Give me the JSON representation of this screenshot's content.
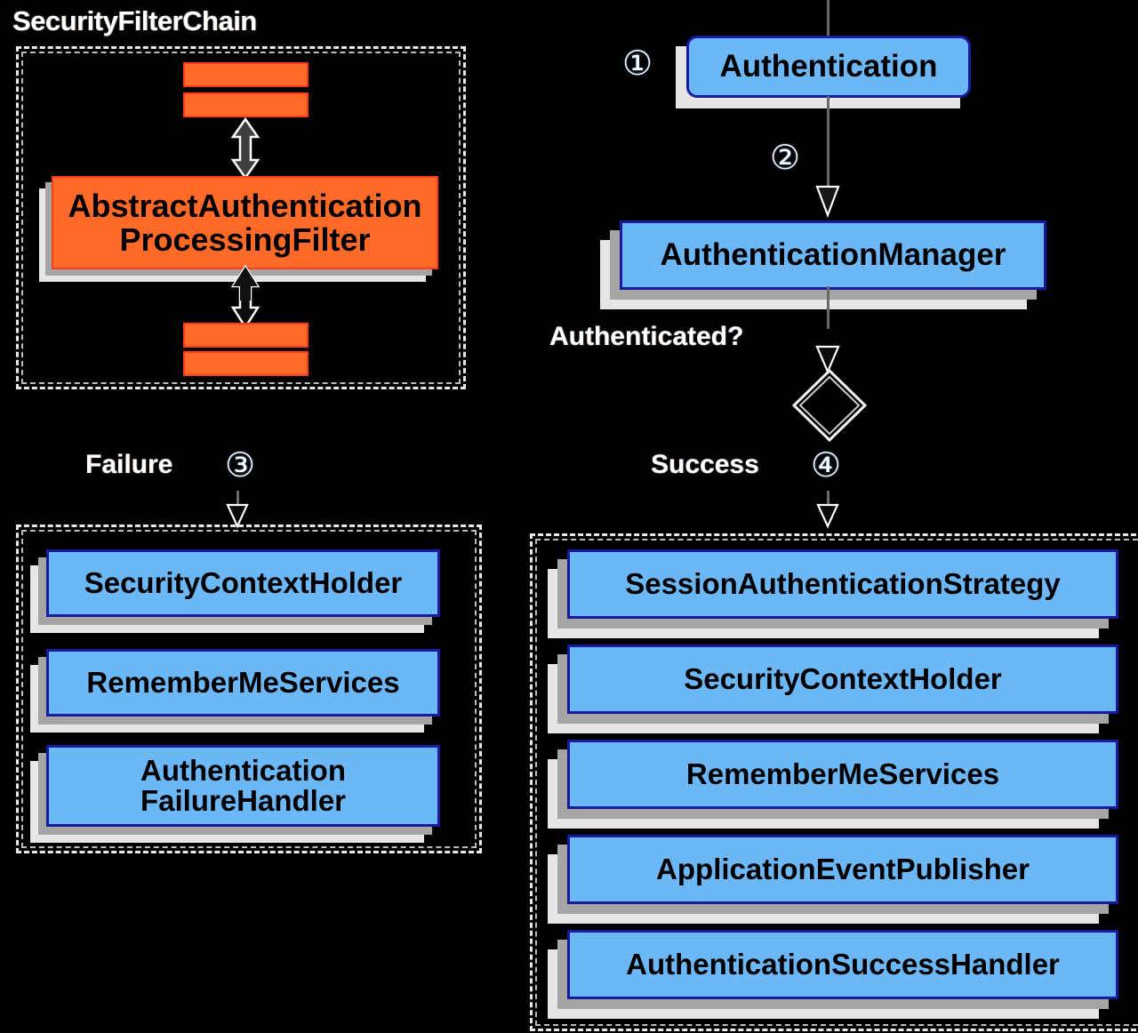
{
  "diagram": {
    "title": "Spring Security AbstractAuthenticationProcessingFilter flow",
    "background_color": "#000000",
    "colors": {
      "blue_fill": "#6cb8f6",
      "blue_border": "#1a1a9e",
      "orange_fill": "#ff6a28",
      "orange_border": "#ff3b18",
      "shadow_dark": "#a5a5a5",
      "shadow_light": "#e6e6e6",
      "label_text": "#ffffff"
    }
  },
  "filter_chain": {
    "caption": "SecurityFilterChain",
    "filter_strip_top_1": "",
    "filter_strip_top_2": "",
    "main_filter": "AbstractAuthentication\nProcessingFilter",
    "main_filter_line1": "AbstractAuthentication",
    "main_filter_line2": "ProcessingFilter",
    "filter_strip_bottom_1": "",
    "filter_strip_bottom_2": ""
  },
  "flow": {
    "authentication_node": "Authentication",
    "authentication_manager_node": "AuthenticationManager",
    "step_1": "①",
    "step_2": "②",
    "step_3": "③",
    "step_4": "④",
    "decision_label": "Authenticated?",
    "failure_label": "Failure",
    "success_label": "Success"
  },
  "failure_group": {
    "items": [
      {
        "label": "SecurityContextHolder"
      },
      {
        "label": "RememberMeServices"
      },
      {
        "label_line1": "Authentication",
        "label_line2": "FailureHandler"
      }
    ]
  },
  "success_group": {
    "items": [
      {
        "label": "SessionAuthenticationStrategy"
      },
      {
        "label": "SecurityContextHolder"
      },
      {
        "label": "RememberMeServices"
      },
      {
        "label": "ApplicationEventPublisher"
      },
      {
        "label": "AuthenticationSuccessHandler"
      }
    ]
  }
}
